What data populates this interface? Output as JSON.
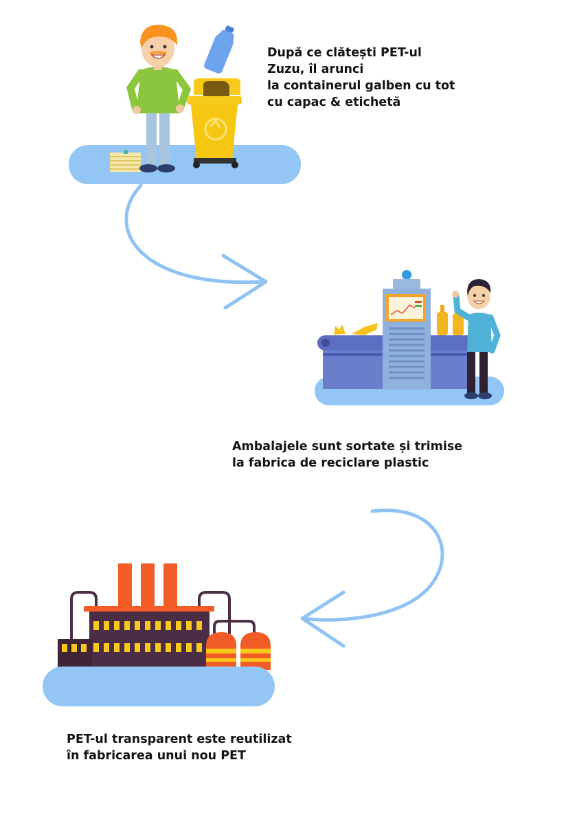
{
  "colors": {
    "platform": "#93C5F5",
    "arrow": "#90C2F3",
    "bin": "#F7CB1B",
    "factory_chimney": "#F25C26",
    "factory_body": "#4B2E45",
    "window_light": "#F8C91B",
    "machine": "#7FA6D8",
    "conveyor": "#5B6EC2"
  },
  "icons": {
    "step1": [
      "person-icon",
      "plastic-bottle-icon",
      "yellow-recycling-bin-icon",
      "paper-stack-icon"
    ],
    "step2": [
      "sorting-machine-icon",
      "conveyor-belt-icon",
      "worker-icon",
      "bottle-icon"
    ],
    "step3": [
      "factory-icon",
      "chimney-icon",
      "storage-tank-icon"
    ]
  },
  "steps": [
    {
      "lines": [
        "După ce clătești PET-ul",
        "Zuzu, îl arunci",
        "la containerul galben cu tot",
        "cu capac & etichetă"
      ]
    },
    {
      "lines": [
        "Ambalajele sunt sortate și trimise",
        "la fabrica de reciclare plastic"
      ]
    },
    {
      "lines": [
        "PET-ul transparent este reutilizat",
        "în fabricarea unui nou PET"
      ]
    }
  ]
}
